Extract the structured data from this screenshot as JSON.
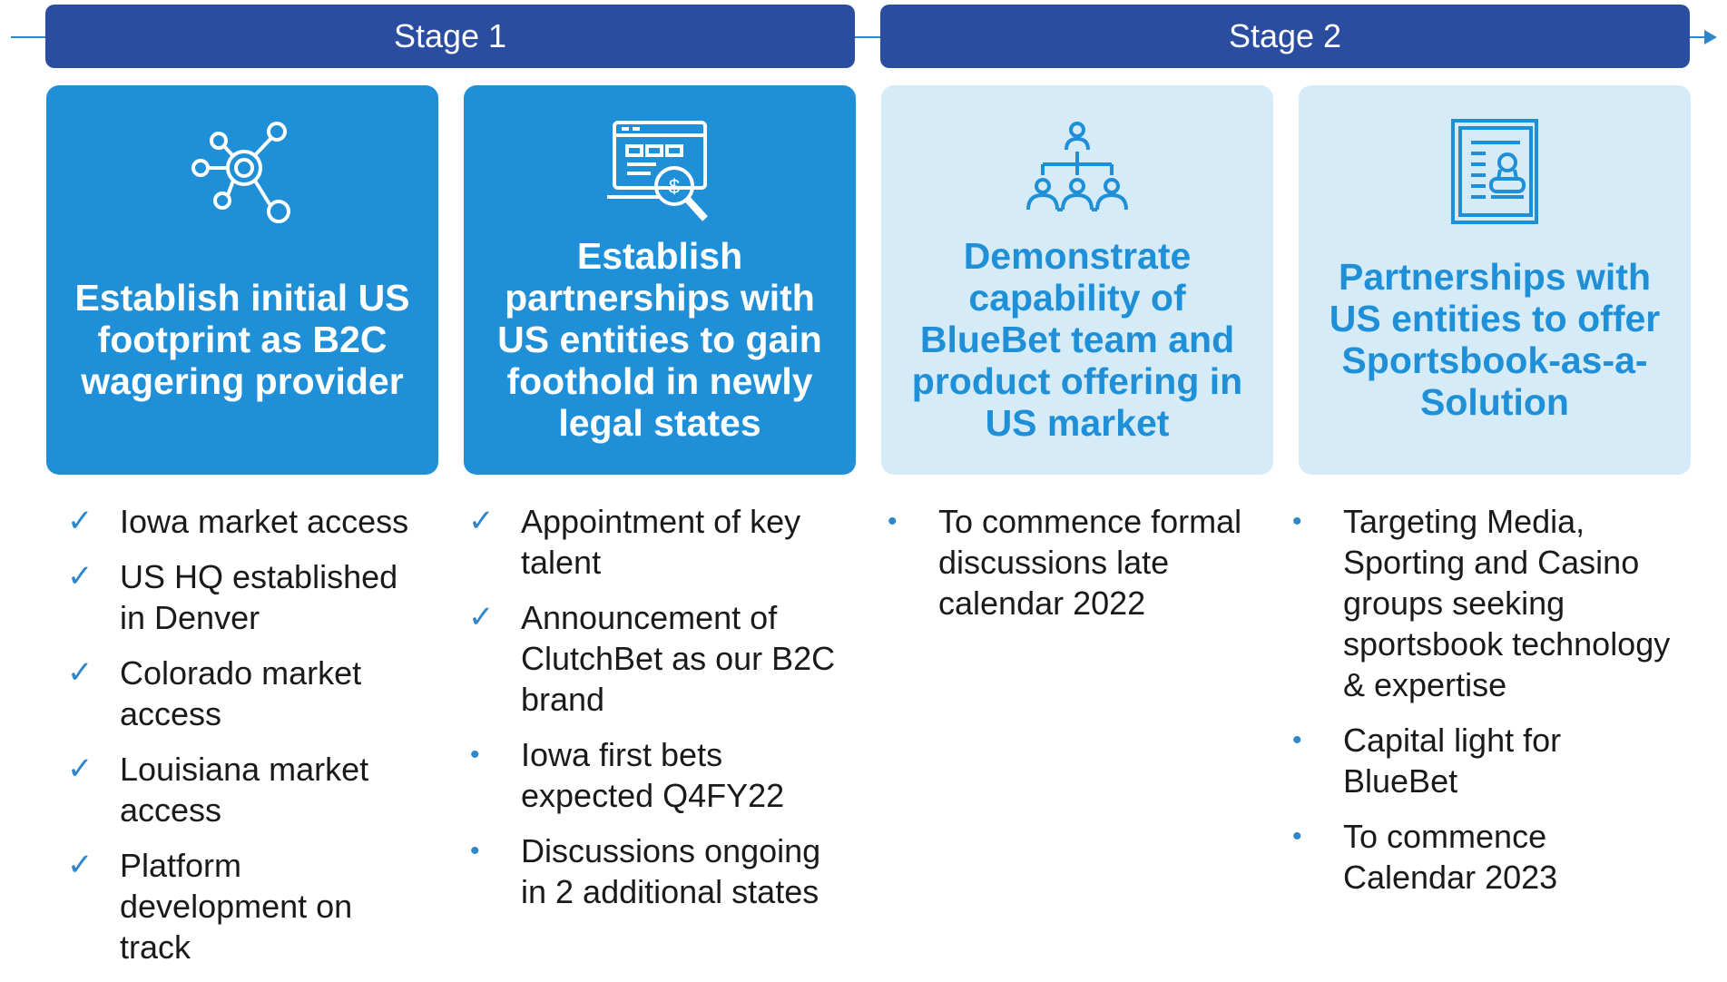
{
  "stages": [
    {
      "label": "Stage 1"
    },
    {
      "label": "Stage 2"
    }
  ],
  "cards": [
    {
      "icon": "network-nodes-icon",
      "title": "Establish initial US footprint as B2C wagering provider"
    },
    {
      "icon": "web-search-dollar-icon",
      "title": "Establish partnerships with US entities to gain foothold in newly legal states"
    },
    {
      "icon": "team-hierarchy-icon",
      "title": "Demonstrate capability of BlueBet team and product offering in US market"
    },
    {
      "icon": "document-stamp-icon",
      "title": "Partnerships with US entities to offer Sportsbook-as-a-Solution"
    }
  ],
  "lists": [
    [
      {
        "marker": "check",
        "text": "Iowa market access"
      },
      {
        "marker": "check",
        "text": "US HQ established in Denver"
      },
      {
        "marker": "check",
        "text": "Colorado market access"
      },
      {
        "marker": "check",
        "text": "Louisiana market access"
      },
      {
        "marker": "check",
        "text": "Platform development on track"
      }
    ],
    [
      {
        "marker": "check",
        "text": "Appointment of key talent"
      },
      {
        "marker": "check",
        "text": "Announcement of ClutchBet as our B2C brand"
      },
      {
        "marker": "bullet",
        "text": "Iowa first bets expected Q4FY22"
      },
      {
        "marker": "bullet",
        "text": "Discussions ongoing in 2 additional states"
      }
    ],
    [
      {
        "marker": "bullet",
        "text": "To commence formal discussions late calendar 2022"
      }
    ],
    [
      {
        "marker": "bullet",
        "text": "Targeting Media, Sporting and Casino groups seeking sportsbook technology & expertise"
      },
      {
        "marker": "bullet",
        "text": "Capital light for BlueBet"
      },
      {
        "marker": "bullet",
        "text": "To commence Calendar 2023"
      }
    ]
  ],
  "colors": {
    "stage_bar": "#2b4da0",
    "card_dark": "#1f8fd8",
    "card_light": "#d6ebf8",
    "accent": "#2f86c9"
  }
}
